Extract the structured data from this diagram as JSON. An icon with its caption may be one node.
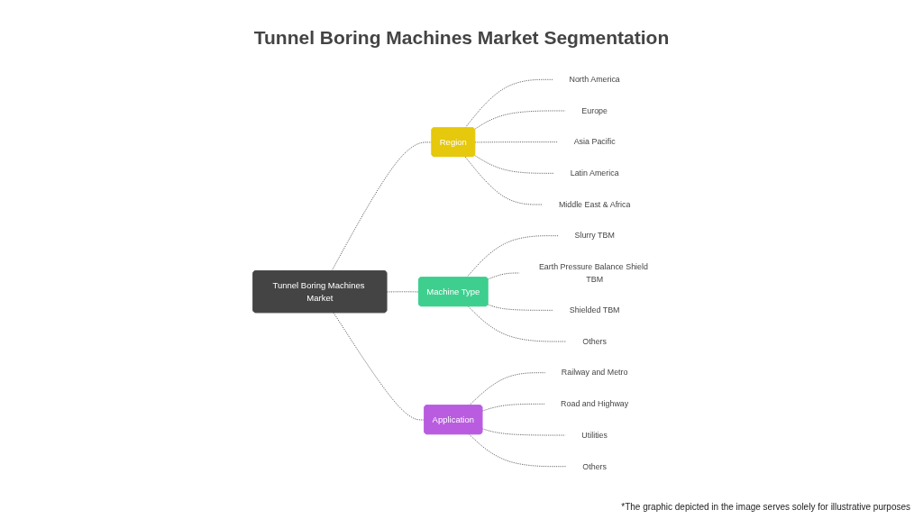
{
  "diagram": {
    "title": "Tunnel Boring Machines Market Segmentation",
    "nodes": [
      {
        "text": [
          "Tunnel Boring Machines Market"
        ]
      },
      {
        "text": [
          "Region"
        ]
      },
      {
        "text": [
          "North America"
        ]
      },
      {
        "text": [
          "Europe"
        ]
      },
      {
        "text": [
          "Asia Pacific"
        ]
      },
      {
        "text": [
          "Latin America"
        ]
      },
      {
        "text": [
          "Middle East & Africa"
        ]
      },
      {
        "text": [
          "Machine Type"
        ]
      },
      {
        "text": [
          "Slurry TBM"
        ]
      },
      {
        "text": [
          "Earth Pressure Balance Shield TBM"
        ]
      },
      {
        "text": [
          "Shielded TBM"
        ]
      },
      {
        "text": [
          "Others"
        ]
      },
      {
        "text": [
          "Application"
        ]
      },
      {
        "text": [
          "Railway and Metro"
        ]
      },
      {
        "text": [
          "Road and Highway"
        ]
      },
      {
        "text": [
          "Utilities"
        ]
      },
      {
        "text": [
          "Others"
        ]
      }
    ],
    "edges": [
      {
        "from": 0,
        "to": 1,
        "arrow": "none",
        "style": "dashed"
      },
      {
        "from": 1,
        "to": 2,
        "arrow": "none",
        "style": "dashed"
      },
      {
        "from": 1,
        "to": 3,
        "arrow": "none",
        "style": "dashed"
      },
      {
        "from": 1,
        "to": 4,
        "arrow": "none",
        "style": "dashed"
      },
      {
        "from": 1,
        "to": 5,
        "arrow": "none",
        "style": "dashed"
      },
      {
        "from": 1,
        "to": 6,
        "arrow": "none",
        "style": "dashed"
      },
      {
        "from": 0,
        "to": 7,
        "arrow": "none",
        "style": "dashed"
      },
      {
        "from": 7,
        "to": 8,
        "arrow": "none",
        "style": "dashed"
      },
      {
        "from": 7,
        "to": 9,
        "arrow": "none",
        "style": "dashed"
      },
      {
        "from": 7,
        "to": 10,
        "arrow": "none",
        "style": "dashed"
      },
      {
        "from": 7,
        "to": 11,
        "arrow": "none",
        "style": "dashed"
      },
      {
        "from": 0,
        "to": 12,
        "arrow": "none",
        "style": "dashed"
      },
      {
        "from": 12,
        "to": 13,
        "arrow": "none",
        "style": "dashed"
      },
      {
        "from": 12,
        "to": 14,
        "arrow": "none",
        "style": "dashed"
      },
      {
        "from": 12,
        "to": 15,
        "arrow": "none",
        "style": "dashed"
      },
      {
        "from": 12,
        "to": 16,
        "arrow": "none",
        "style": "dashed"
      }
    ],
    "labels": [
      "*The graphic depicted in the image serves solely for illustrative purposes"
    ]
  }
}
